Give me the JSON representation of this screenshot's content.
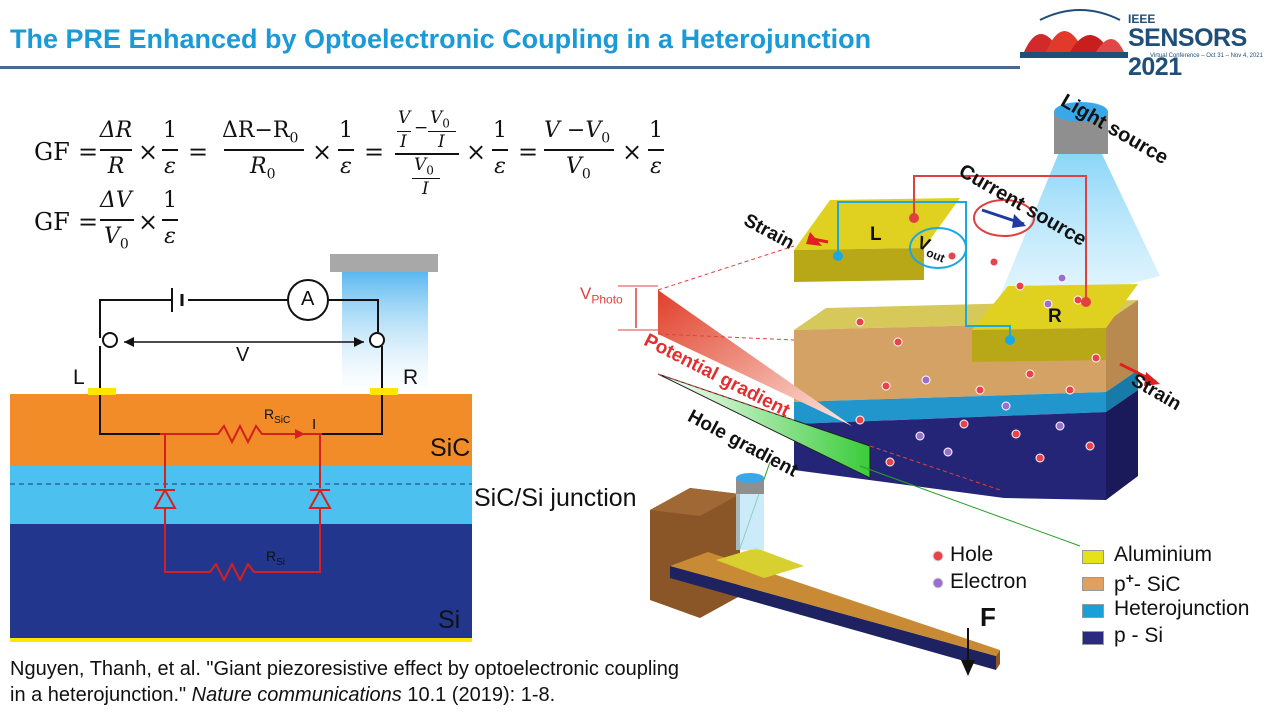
{
  "slide": {
    "title": "The PRE Enhanced by Optoelectronic Coupling in a Heterojunction"
  },
  "logo": {
    "org": "IEEE",
    "name": "SENSORS 2021",
    "subtitle": "Virtual Conference – Oct 31 – Nov 4, 2021"
  },
  "equations": {
    "gf": "GF",
    "eq": "=",
    "times": "×",
    "one": "1",
    "eps": "ε",
    "dR": "ΔR",
    "R": "R",
    "dRminusR0": "ΔR−R",
    "R0": "R",
    "zero": "0",
    "V_over_I": "V",
    "I": "I",
    "minus": "−",
    "V0": "V",
    "VminusV0": "V −V",
    "dV": "ΔV"
  },
  "circuit": {
    "ammeter": "A",
    "voltage_label": "V",
    "left_contact": "L",
    "right_contact": "R",
    "r_sic": "R",
    "r_sic_sub": "SiC",
    "current": "I",
    "r_si": "R",
    "r_si_sub": "Si",
    "layer_sic": "SiC",
    "layer_junction": "SiC/Si junction",
    "layer_si": "Si"
  },
  "device": {
    "light_source": "Light source",
    "current_source": "Current source",
    "strain_left": "Strain",
    "strain_right": "Strain",
    "contact_l": "L",
    "contact_r": "R",
    "vout": "V",
    "vout_sub": "out",
    "vphoto": "V",
    "vphoto_sub": "Photo",
    "potential_gradient": "Potential gradient",
    "hole_gradient": "Hole gradient",
    "force": "F"
  },
  "legend": {
    "hole": "Hole",
    "electron": "Electron",
    "aluminium": "Aluminium",
    "psic": "p",
    "psic_sup": "+",
    "psic_rest": "- SiC",
    "heterojunction": "Heterojunction",
    "psi": "p - Si",
    "colors": {
      "hole": "#e8424a",
      "electron": "#9a6fd0",
      "aluminium": "#e6e21a",
      "psic": "#e0a060",
      "heterojunction": "#1aa0d8",
      "psi": "#2a2a80"
    }
  },
  "citation": {
    "line1": "Nguyen, Thanh, et al. \"Giant piezoresistive effect by optoelectronic coupling",
    "line2_pre": "in a heterojunction.\"",
    "journal": "Nature communications",
    "line2_post": "10.1 (2019): 1-8."
  }
}
